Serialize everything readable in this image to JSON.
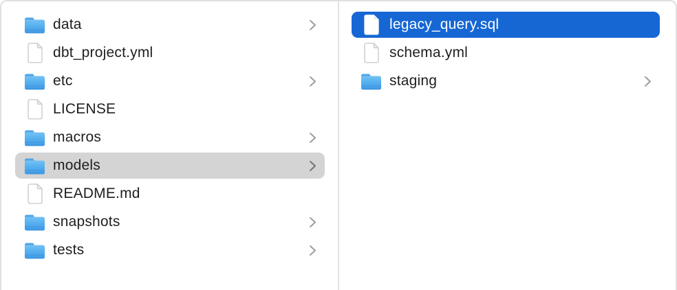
{
  "window": {
    "kind": "file-browser-column-view"
  },
  "colors": {
    "selection_blue": "#1667d4",
    "selection_gray": "#d4d4d4",
    "text": "#1e1e1f",
    "text_selected": "#ffffff",
    "chevron": "#9d9d9d",
    "divider": "#e4e4e4",
    "window_border": "#e0e0e0",
    "folder_blue": "#54aeee"
  },
  "columns": [
    {
      "name": "left",
      "items": [
        {
          "label": "data",
          "type": "folder",
          "has_chevron": true,
          "selected": "none"
        },
        {
          "label": "dbt_project.yml",
          "type": "file",
          "has_chevron": false,
          "selected": "none"
        },
        {
          "label": "etc",
          "type": "folder",
          "has_chevron": true,
          "selected": "none"
        },
        {
          "label": "LICENSE",
          "type": "file",
          "has_chevron": false,
          "selected": "none"
        },
        {
          "label": "macros",
          "type": "folder",
          "has_chevron": true,
          "selected": "none"
        },
        {
          "label": "models",
          "type": "folder",
          "has_chevron": true,
          "selected": "secondary"
        },
        {
          "label": "README.md",
          "type": "file",
          "has_chevron": false,
          "selected": "none"
        },
        {
          "label": "snapshots",
          "type": "folder",
          "has_chevron": true,
          "selected": "none"
        },
        {
          "label": "tests",
          "type": "folder",
          "has_chevron": true,
          "selected": "none"
        }
      ]
    },
    {
      "name": "right",
      "items": [
        {
          "label": "legacy_query.sql",
          "type": "file",
          "has_chevron": false,
          "selected": "primary"
        },
        {
          "label": "schema.yml",
          "type": "file",
          "has_chevron": false,
          "selected": "none"
        },
        {
          "label": "staging",
          "type": "folder",
          "has_chevron": true,
          "selected": "none"
        }
      ]
    }
  ]
}
